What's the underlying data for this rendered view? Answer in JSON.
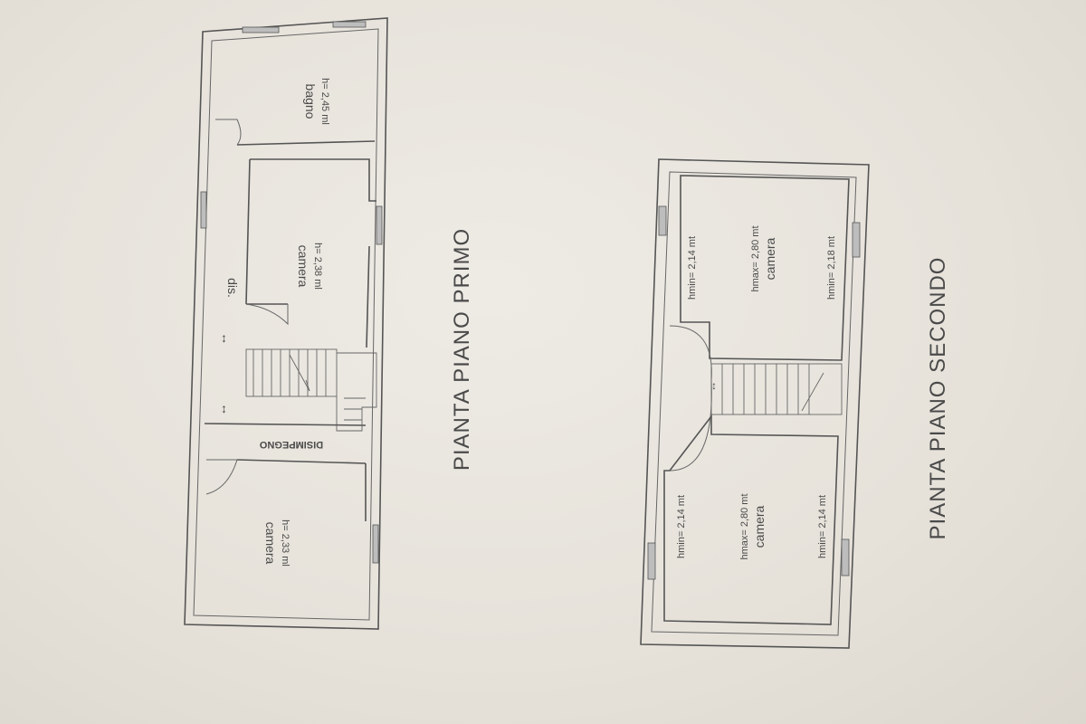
{
  "floor1": {
    "title": "PIANTA PIANO PRIMO",
    "rooms": {
      "bagno": {
        "name": "bagno",
        "height": "h= 2,45 ml"
      },
      "camera_a": {
        "name": "camera",
        "height": "h= 2,38 ml"
      },
      "dis": {
        "name": "dis."
      },
      "disimpegno": {
        "name": "DISIMPEGNO"
      },
      "camera_b": {
        "name": "camera",
        "height": "h= 2,33 ml"
      }
    }
  },
  "floor2": {
    "title": "PIANTA PIANO SECONDO",
    "rooms": {
      "camera_a": {
        "name": "camera",
        "hmax": "hmax= 2,80 mt",
        "hmin_left": "hmin= 2,14 mt",
        "hmin_right": "hmin= 2,18 mt"
      },
      "camera_b": {
        "name": "camera",
        "hmax": "hmax= 2,80 mt",
        "hmin_left": "hmin= 2,14 mt",
        "hmin_right": "hmin= 2,14 mt"
      }
    }
  },
  "colors": {
    "paper": "#e9e5dd",
    "ink": "#4a4a4a"
  }
}
